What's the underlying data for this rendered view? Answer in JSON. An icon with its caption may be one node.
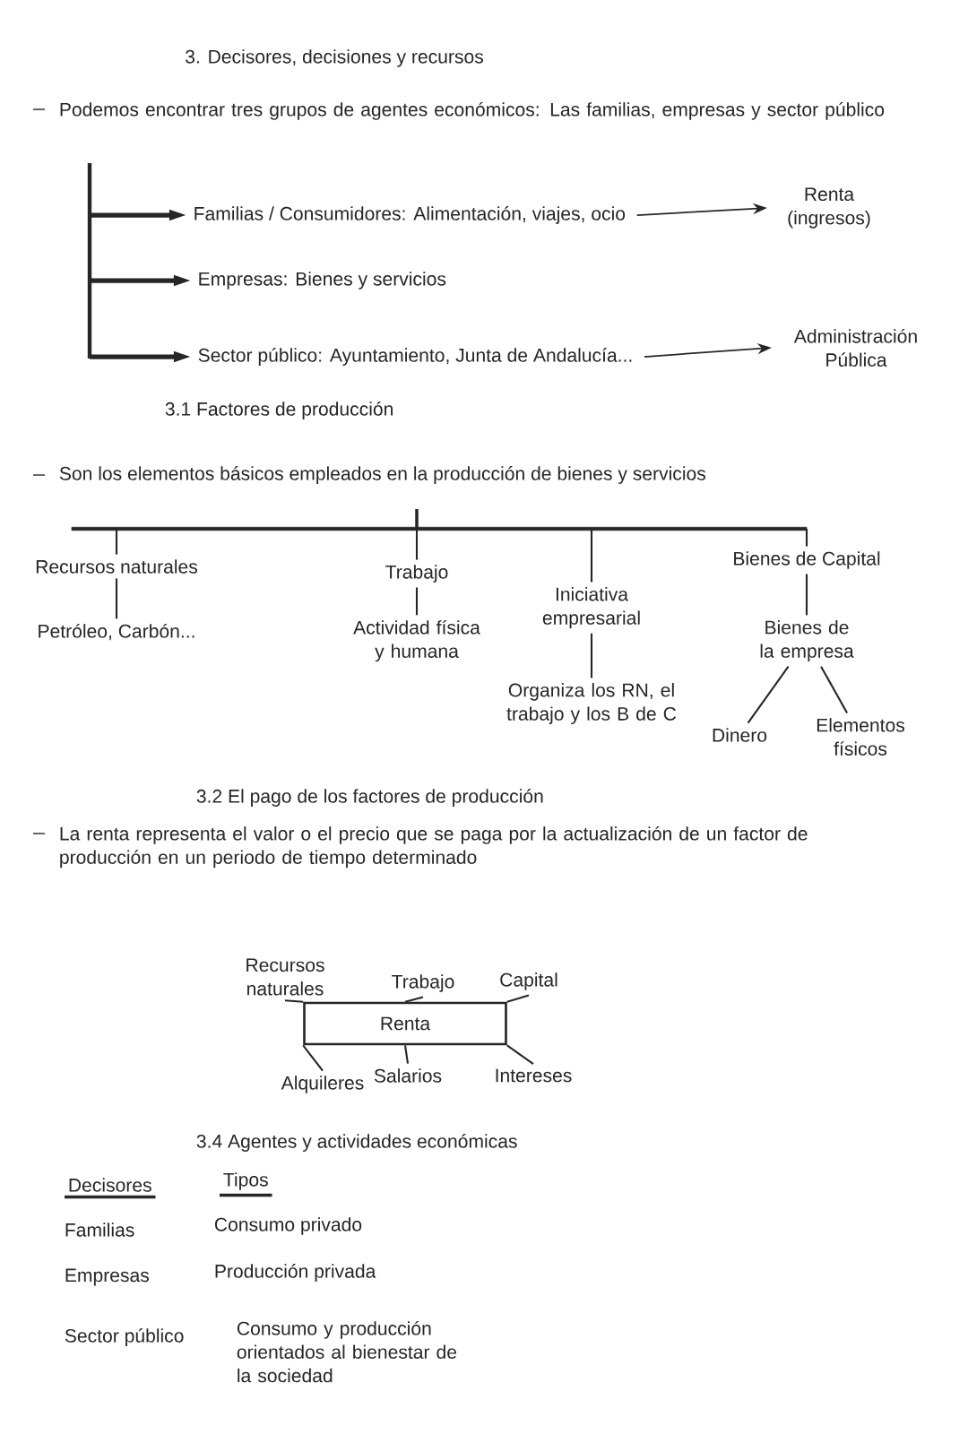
{
  "diagram": {
    "title": "3. Decisores, decisiones y recursos",
    "nodes": [
      {
        "text": [
          "Familias / Consumidores: Alimentación, viajes, ocio"
        ]
      },
      {
        "text": [
          "Renta (ingresos)"
        ]
      },
      {
        "text": [
          "Empresas: Bienes y servicios"
        ]
      },
      {
        "text": [
          "Sector público: Ayuntamiento, Junta de Andalucía..."
        ]
      },
      {
        "text": [
          "Administración Pública"
        ]
      },
      {
        "text": [],
        "shape": "bar"
      },
      {
        "text": [
          "Recursos naturales"
        ]
      },
      {
        "text": [
          "Petróleo, Carbón..."
        ]
      },
      {
        "text": [
          "Trabajo"
        ]
      },
      {
        "text": [
          "Actividad física y humana"
        ]
      },
      {
        "text": [
          "Iniciativa empresarial"
        ]
      },
      {
        "text": [
          "Organiza los RN, el trabajo y los B de C"
        ]
      },
      {
        "text": [
          "Bienes de Capital"
        ]
      },
      {
        "text": [
          "Bienes de la empresa"
        ]
      },
      {
        "text": [
          "Dinero"
        ]
      },
      {
        "text": [
          "Elementos físicos"
        ]
      },
      {
        "text": [
          "Renta"
        ]
      },
      {
        "text": [
          "Recursos naturales"
        ]
      },
      {
        "text": [
          "Trabajo"
        ]
      },
      {
        "text": [
          "Capital"
        ]
      },
      {
        "text": [
          "Alquileres"
        ]
      },
      {
        "text": [
          "Salarios"
        ]
      },
      {
        "text": [
          "Intereses"
        ]
      }
    ],
    "edges": [
      {
        "from": null,
        "to": 0,
        "arrow": "to",
        "style": "thick"
      },
      {
        "from": 0,
        "to": 1,
        "arrow": "to"
      },
      {
        "from": null,
        "to": 2,
        "arrow": "to",
        "style": "thick"
      },
      {
        "from": null,
        "to": 3,
        "arrow": "to",
        "style": "thick"
      },
      {
        "from": 3,
        "to": 4,
        "arrow": "to"
      },
      {
        "from": 5,
        "to": 6,
        "arrow": "none"
      },
      {
        "from": 5,
        "to": 8,
        "arrow": "none"
      },
      {
        "from": 5,
        "to": 10,
        "arrow": "none"
      },
      {
        "from": 5,
        "to": 12,
        "arrow": "none"
      },
      {
        "from": 6,
        "to": 7,
        "arrow": "none"
      },
      {
        "from": 8,
        "to": 9,
        "arrow": "none"
      },
      {
        "from": 10,
        "to": 11,
        "arrow": "none"
      },
      {
        "from": 12,
        "to": 13,
        "arrow": "none"
      },
      {
        "from": 13,
        "to": 14,
        "arrow": "none"
      },
      {
        "from": 13,
        "to": 15,
        "arrow": "none"
      },
      {
        "from": 17,
        "to": 16,
        "arrow": "none"
      },
      {
        "from": 18,
        "to": 16,
        "arrow": "none"
      },
      {
        "from": 19,
        "to": 16,
        "arrow": "none"
      },
      {
        "from": 16,
        "to": 20,
        "arrow": "none"
      },
      {
        "from": 16,
        "to": 21,
        "arrow": "none"
      },
      {
        "from": 16,
        "to": 22,
        "arrow": "none"
      }
    ],
    "labels": [
      "Podemos encontrar tres grupos de agentes económicos: Las familias, empresas y sector público",
      "3.1 Factores de producción",
      "Son los elementos básicos empleados en la producción de bienes y servicios",
      "3.2 El pago de los factores de producción",
      "La renta representa el valor o el precio que se paga por la actualización de un factor de producción en un periodo de tiempo determinado",
      "3.4 Agentes y actividades económicas",
      "Decisores",
      "Tipos",
      "Familias",
      "Consumo privado",
      "Empresas",
      "Producción privada",
      "Sector público",
      "Consumo y producción orientados al bienestar de la sociedad"
    ]
  }
}
